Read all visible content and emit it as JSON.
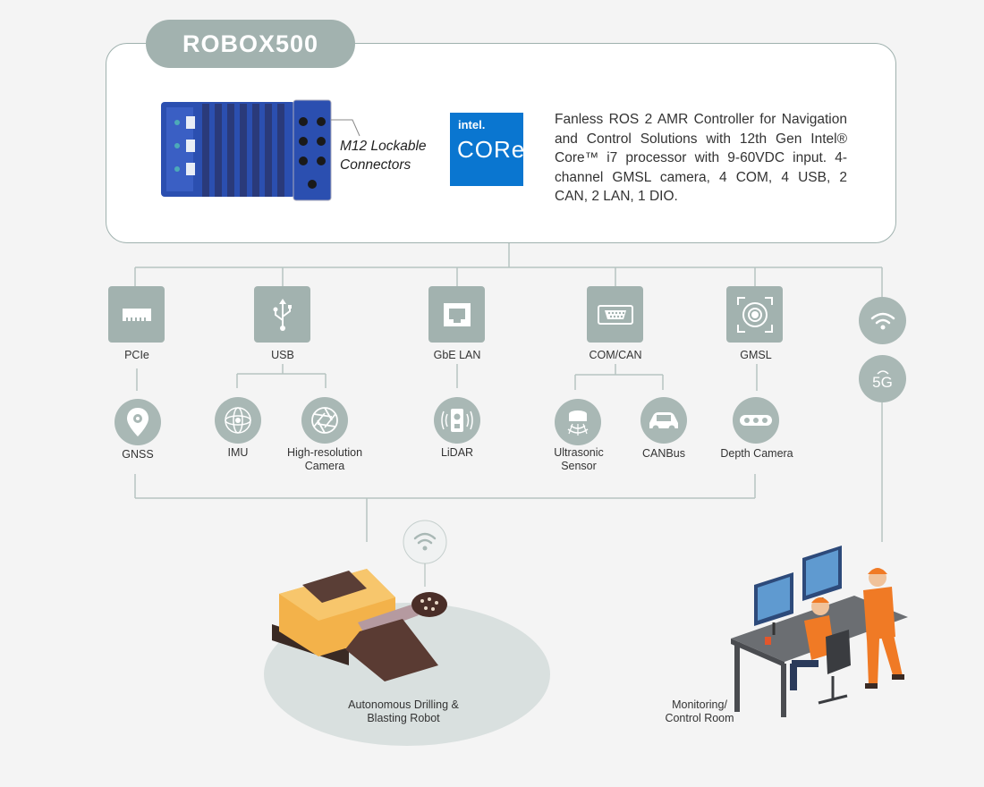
{
  "product": {
    "name": "ROBOX500",
    "connector_label": "M12 Lockable Connectors",
    "description": "Fanless ROS 2 AMR Controller for Navigation and Control Solutions with 12th Gen Intel® Core™ i7 processor with 9-60VDC input. 4-channel GMSL camera, 4 COM, 4 USB, 2 CAN, 2 LAN, 1 DIO."
  },
  "badge": {
    "brand": "intel.",
    "line": "CORe"
  },
  "interfaces": [
    {
      "id": "pcie",
      "label": "PCIe",
      "icon": "pcie-card-icon"
    },
    {
      "id": "usb",
      "label": "USB",
      "icon": "usb-icon"
    },
    {
      "id": "lan",
      "label": "GbE LAN",
      "icon": "ethernet-port-icon"
    },
    {
      "id": "comcan",
      "label": "COM/CAN",
      "icon": "serial-port-icon"
    },
    {
      "id": "gmsl",
      "label": "GMSL",
      "icon": "camera-lens-icon"
    }
  ],
  "wireless": {
    "wifi_icon": "wifi-icon",
    "cellular_label": "5G"
  },
  "devices": [
    {
      "id": "gnss",
      "label": "GNSS",
      "icon": "location-pin-icon"
    },
    {
      "id": "imu",
      "label": "IMU",
      "icon": "gyroscope-icon"
    },
    {
      "id": "camera",
      "label": "High-resolution Camera",
      "icon": "aperture-icon"
    },
    {
      "id": "lidar",
      "label": "LiDAR",
      "icon": "lidar-icon"
    },
    {
      "id": "ultrasonic",
      "label": "Ultrasonic Sensor",
      "icon": "ultrasonic-icon"
    },
    {
      "id": "canbus",
      "label": "CANBus",
      "icon": "car-icon"
    },
    {
      "id": "depth",
      "label": "Depth Camera",
      "icon": "depth-camera-icon"
    }
  ],
  "scenes": {
    "robot": "Autonomous Drilling & Blasting Robot",
    "control": "Monitoring/ Control Room"
  },
  "colors": {
    "accent_gray": "#a2b2af",
    "line": "#b6c4c1",
    "device_blue": "#2b4fb0",
    "worker_orange": "#f07a25",
    "robot_yellow": "#f3b24a"
  }
}
